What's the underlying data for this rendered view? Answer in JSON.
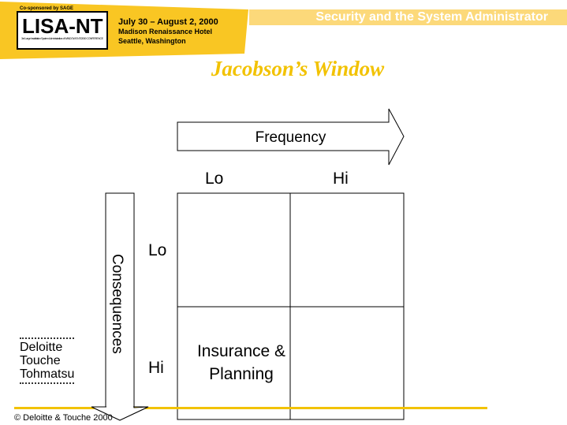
{
  "banner": {
    "cosponsor": "Co-sponsored by SAGE",
    "logo": "LISA-NT",
    "logo_sub": "3rd Large Installation System Administration of WINDOWS NT/2000 CONFERENCE",
    "dates": "July 30 – August 2, 2000",
    "venue": "Madison Renaissance Hotel",
    "city": "Seattle, Washington"
  },
  "header": {
    "topic": "Security and the System Administrator"
  },
  "slide": {
    "title": "Jacobson’s Window"
  },
  "diagram": {
    "x_axis_label": "Frequency",
    "y_axis_label": "Consequences",
    "x_lo": "Lo",
    "x_hi": "Hi",
    "y_lo": "Lo",
    "y_hi": "Hi",
    "cell_hi_lo_line1": "Insurance &",
    "cell_hi_lo_line2": "Planning"
  },
  "footer": {
    "logo_lines": [
      "Deloitte",
      "Touche",
      "Tohmatsu"
    ],
    "copyright": "© Deloitte & Touche 2000"
  },
  "colors": {
    "accent": "#F9C623",
    "title": "#F2C200",
    "bar": "#FCD97A"
  }
}
